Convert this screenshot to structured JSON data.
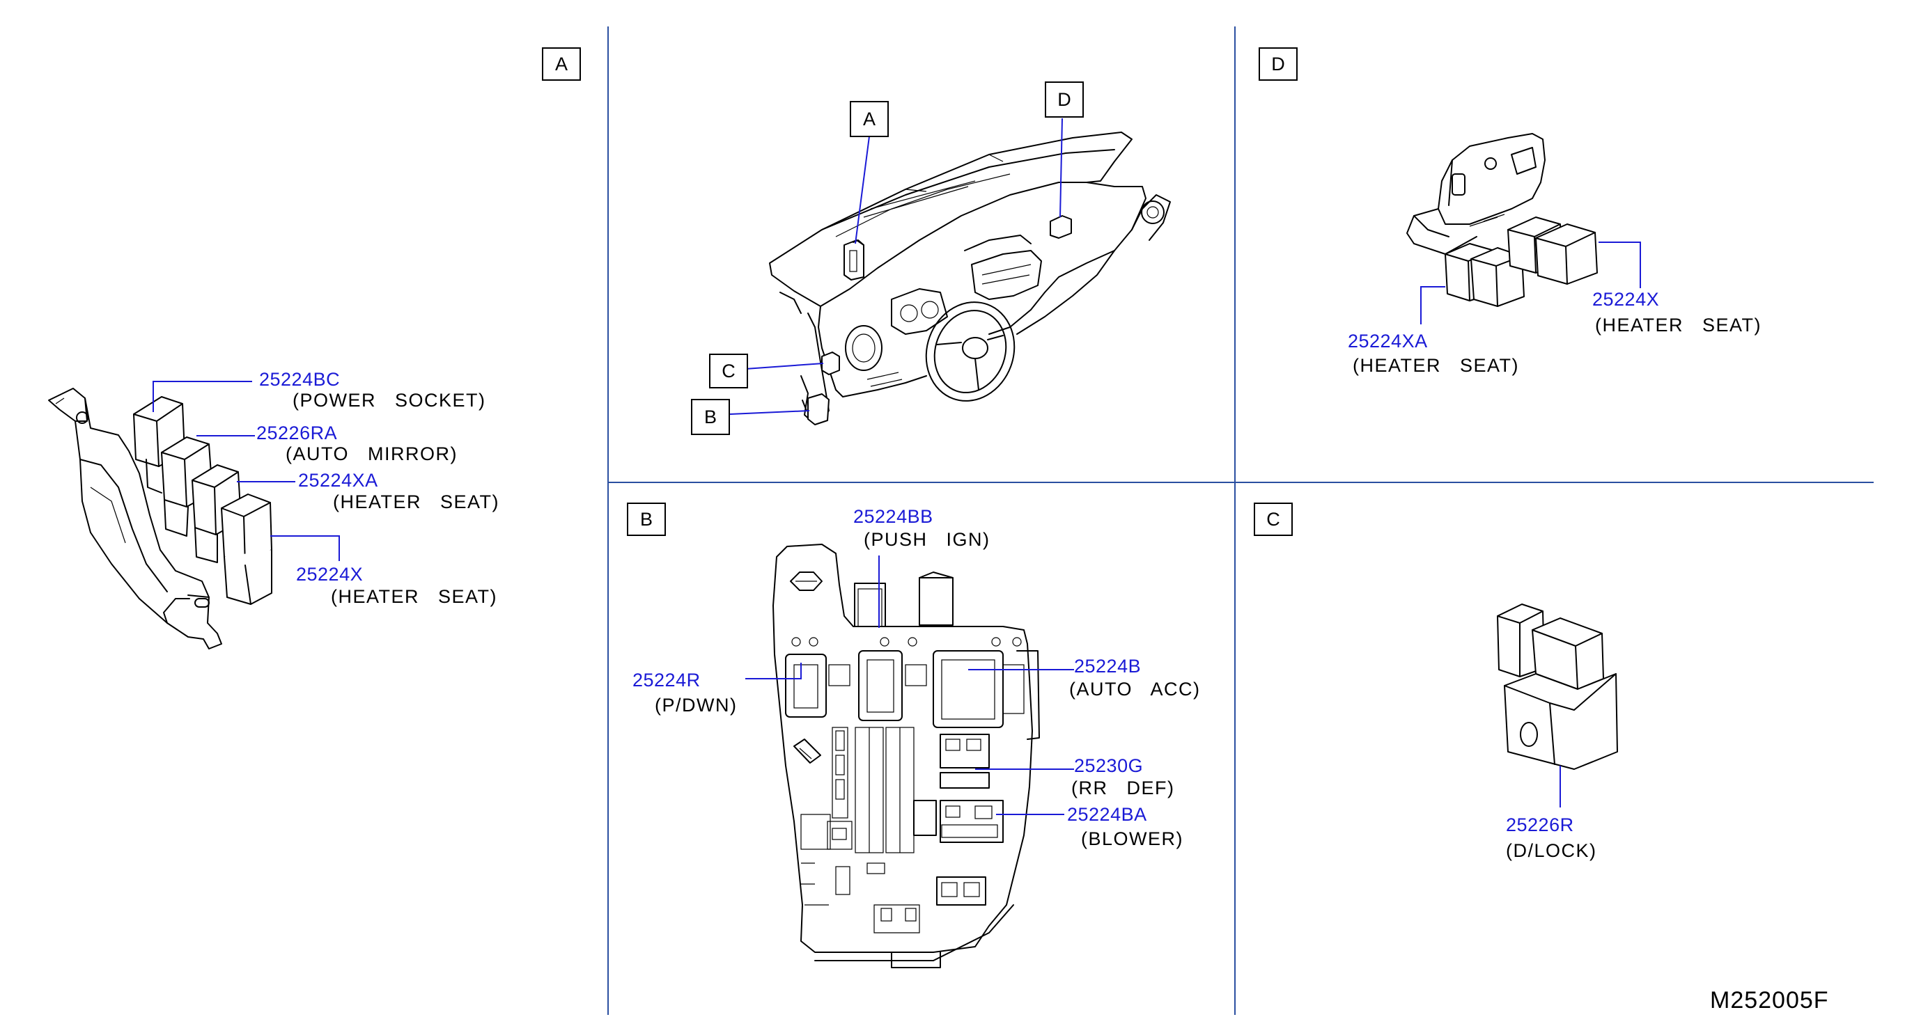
{
  "sections": {
    "A": "A",
    "B": "B",
    "C": "C",
    "D": "D"
  },
  "overview_callouts": {
    "A": "A",
    "B": "B",
    "C": "C",
    "D": "D"
  },
  "parts": {
    "p25224BC": {
      "number": "25224BC",
      "desc": "(POWER   SOCKET)"
    },
    "p25226RA": {
      "number": "25226RA",
      "desc": "(AUTO   MIRROR)"
    },
    "p25224XA_a": {
      "number": "25224XA",
      "desc": "(HEATER   SEAT)"
    },
    "p25224X_a": {
      "number": "25224X",
      "desc": "(HEATER   SEAT)"
    },
    "p25224XA_d": {
      "number": "25224XA",
      "desc": "(HEATER   SEAT)"
    },
    "p25224X_d": {
      "number": "25224X",
      "desc": "(HEATER   SEAT)"
    },
    "p25224BB": {
      "number": "25224BB",
      "desc": "(PUSH   IGN)"
    },
    "p25224R": {
      "number": "25224R",
      "desc": "(P/DWN)"
    },
    "p25224B": {
      "number": "25224B",
      "desc": "(AUTO   ACC)"
    },
    "p25230G": {
      "number": "25230G",
      "desc": "(RR   DEF)"
    },
    "p25224BA": {
      "number": "25224BA",
      "desc": "(BLOWER)"
    },
    "p25226R": {
      "number": "25226R",
      "desc": "(D/LOCK)"
    }
  },
  "diagram_code": "M252005F",
  "colors": {
    "part_number": "#1a1ad6",
    "divider": "#2a4fa0",
    "ink": "#000000"
  }
}
